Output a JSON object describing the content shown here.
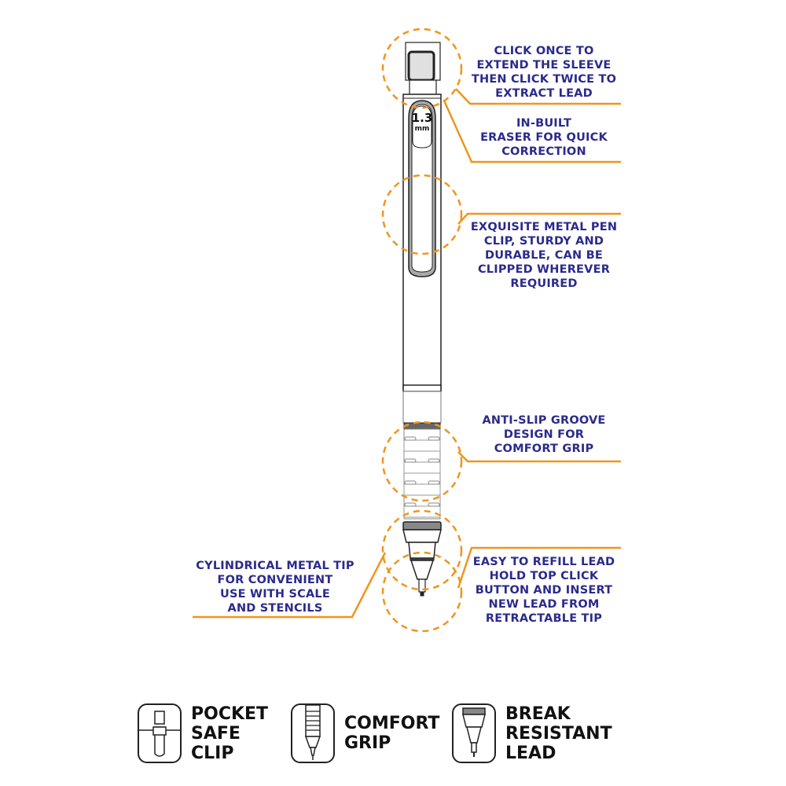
{
  "colors": {
    "callout_text": "#2b2a8c",
    "leader_line": "#f0951e",
    "pen_outline": "#222222",
    "clip_fill": "#a9a9a9"
  },
  "pen": {
    "size_label": "1.3",
    "size_unit": "mm"
  },
  "callouts": {
    "top_button": {
      "lines": [
        "CLICK ONCE TO",
        "EXTEND THE SLEEVE",
        "THEN CLICK TWICE TO",
        "EXTRACT LEAD"
      ]
    },
    "eraser": {
      "lines": [
        "IN-BUILT",
        "ERASER FOR QUICK",
        "CORRECTION"
      ]
    },
    "clip": {
      "lines": [
        "EXQUISITE METAL PEN",
        "CLIP, STURDY AND",
        "DURABLE, CAN BE",
        "CLIPPED WHEREVER",
        "REQUIRED"
      ]
    },
    "grip": {
      "lines": [
        "ANTI-SLIP GROOVE",
        "DESIGN FOR",
        "COMFORT GRIP"
      ]
    },
    "tip": {
      "lines": [
        "CYLINDRICAL METAL TIP",
        "FOR CONVENIENT",
        "USE WITH SCALE",
        "AND STENCILS"
      ]
    },
    "refill": {
      "lines": [
        "EASY TO REFILL LEAD",
        "HOLD TOP CLICK",
        "BUTTON AND INSERT",
        "NEW LEAD FROM",
        "RETRACTABLE TIP"
      ]
    }
  },
  "features": [
    {
      "icon": "pocket-clip-icon",
      "lines": [
        "POCKET",
        "SAFE",
        "CLIP"
      ]
    },
    {
      "icon": "comfort-grip-icon",
      "lines": [
        "COMFORT",
        "GRIP"
      ]
    },
    {
      "icon": "break-resistant-lead-icon",
      "lines": [
        "BREAK",
        "RESISTANT",
        "LEAD"
      ]
    }
  ]
}
